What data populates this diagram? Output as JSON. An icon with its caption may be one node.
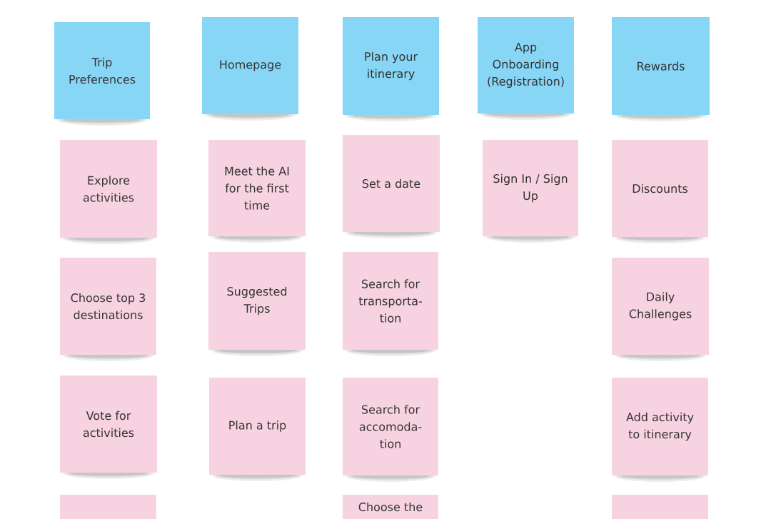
{
  "diagram": {
    "nodes": [
      {
        "text": [
          "Trip Preferences"
        ]
      },
      {
        "text": [
          "Explore activities"
        ]
      },
      {
        "text": [
          "Choose top 3 destinations"
        ]
      },
      {
        "text": [
          "Vote for activities"
        ]
      },
      {
        "text": [],
        "shape": "box"
      },
      {
        "text": [
          "Homepage"
        ]
      },
      {
        "text": [
          "Meet the AI for the first time"
        ]
      },
      {
        "text": [
          "Suggested Trips"
        ]
      },
      {
        "text": [
          "Plan a trip"
        ]
      },
      {
        "text": [
          "Plan your itinerary"
        ]
      },
      {
        "text": [
          "Set a date"
        ]
      },
      {
        "text": [
          "Search for transporta-tion"
        ]
      },
      {
        "text": [
          "Search for accomoda-tion"
        ]
      },
      {
        "text": [
          "Choose the"
        ]
      },
      {
        "text": [
          "App Onboarding (Registration)"
        ]
      },
      {
        "text": [
          "Sign In / Sign Up"
        ]
      },
      {
        "text": [
          "Rewards"
        ]
      },
      {
        "text": [
          "Discounts"
        ]
      },
      {
        "text": [
          "Daily Challenges"
        ]
      },
      {
        "text": [
          "Add activity to itinerary"
        ]
      },
      {
        "text": [],
        "shape": "box"
      }
    ]
  }
}
